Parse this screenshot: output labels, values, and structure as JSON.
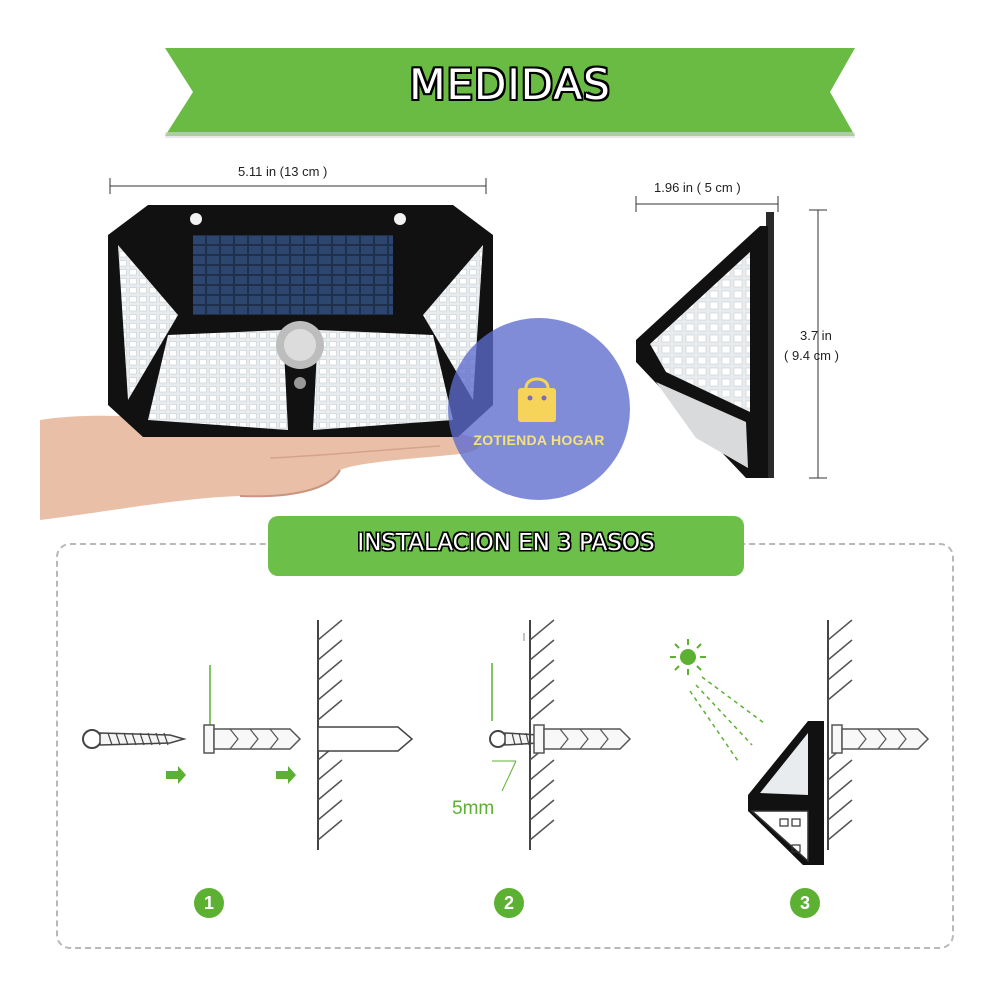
{
  "banner": {
    "title": "MEDIDAS"
  },
  "dimensions": {
    "width": "5.11 in  (13 cm )",
    "depth": "1.96 in  ( 5 cm )",
    "height_in": "3.7 in",
    "height_cm": "( 9.4 cm )"
  },
  "watermark": {
    "text": "ZOTIENDA HOGAR"
  },
  "steps": {
    "title": "INSTALACION EN 3 PASOS",
    "drill_size": "5mm",
    "numbers": [
      "1",
      "2",
      "3"
    ]
  },
  "colors": {
    "green": "#6cc04a",
    "dark_green": "#5cb032",
    "watermark": "#5c6ccd",
    "lamp": "#111111"
  }
}
